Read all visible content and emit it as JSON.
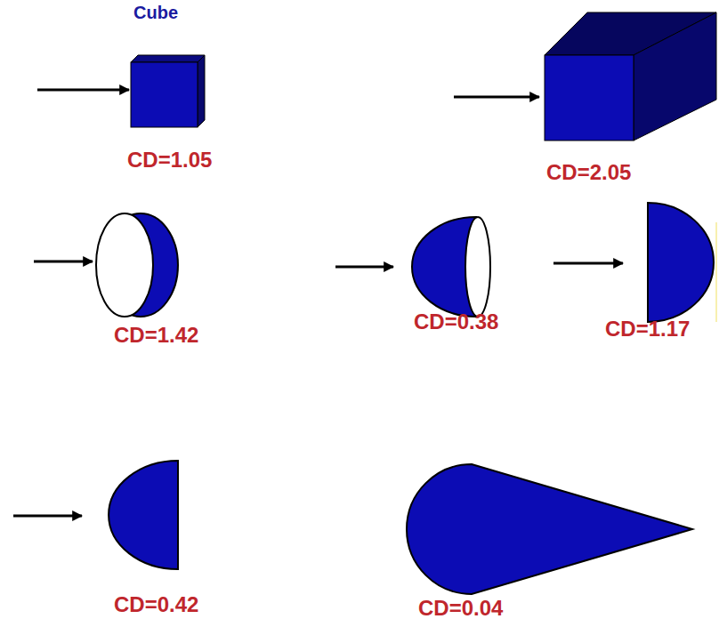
{
  "diagram": {
    "labels": [
      "Cube",
      "CD=1.05",
      "CD=2.05",
      "CD=1.42",
      "CD=0.38",
      "CD=1.17",
      "CD=0.42",
      "CD=0.04"
    ]
  }
}
